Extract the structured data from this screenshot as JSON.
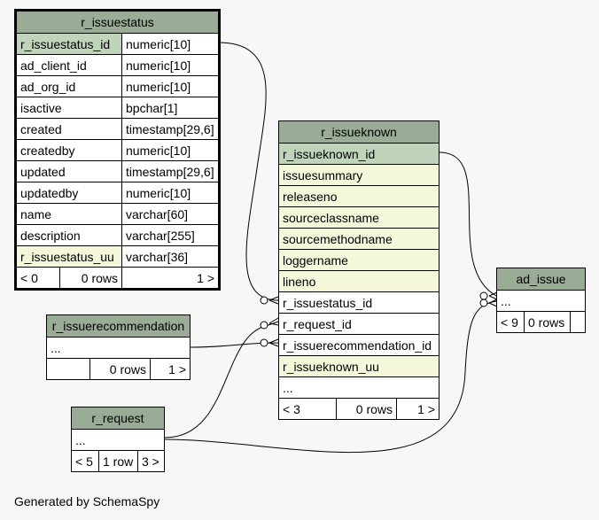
{
  "tables": {
    "r_issuestatus": {
      "title": "r_issuestatus",
      "columns": [
        {
          "name": "r_issuestatus_id",
          "type": "numeric[10]"
        },
        {
          "name": "ad_client_id",
          "type": "numeric[10]"
        },
        {
          "name": "ad_org_id",
          "type": "numeric[10]"
        },
        {
          "name": "isactive",
          "type": "bpchar[1]"
        },
        {
          "name": "created",
          "type": "timestamp[29,6]"
        },
        {
          "name": "createdby",
          "type": "numeric[10]"
        },
        {
          "name": "updated",
          "type": "timestamp[29,6]"
        },
        {
          "name": "updatedby",
          "type": "numeric[10]"
        },
        {
          "name": "name",
          "type": "varchar[60]"
        },
        {
          "name": "description",
          "type": "varchar[255]"
        },
        {
          "name": "r_issuestatus_uu",
          "type": "varchar[36]"
        }
      ],
      "footer": {
        "parents": "< 0",
        "rows": "0 rows",
        "children": "1 >"
      }
    },
    "r_issueknown": {
      "title": "r_issueknown",
      "columns": [
        "r_issueknown_id",
        "issuesummary",
        "releaseno",
        "sourceclassname",
        "sourcemethodname",
        "loggername",
        "lineno",
        "r_issuestatus_id",
        "r_request_id",
        "r_issuerecommendation_id",
        "r_issueknown_uu",
        "..."
      ],
      "footer": {
        "parents": "< 3",
        "rows": "0 rows",
        "children": "1 >"
      }
    },
    "r_issuerecommendation": {
      "title": "r_issuerecommendation",
      "columns": [
        "..."
      ],
      "footer": {
        "parents": "",
        "rows": "0 rows",
        "children": "1 >"
      }
    },
    "r_request": {
      "title": "r_request",
      "columns": [
        "..."
      ],
      "footer": {
        "parents": "< 5",
        "rows": "1 row",
        "children": "3 >"
      }
    },
    "ad_issue": {
      "title": "ad_issue",
      "columns": [
        "..."
      ],
      "footer": {
        "parents": "< 9",
        "rows": "0 rows",
        "children": ""
      }
    }
  },
  "footer_text": "Generated by SchemaSpy"
}
